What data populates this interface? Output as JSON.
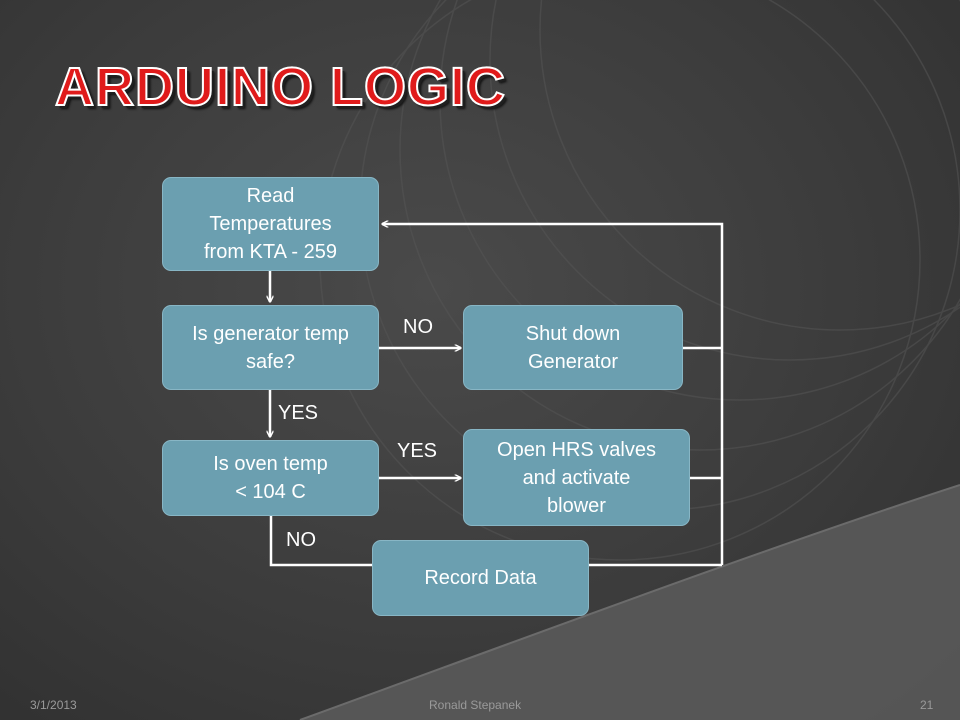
{
  "slide": {
    "title": "ARDUINO LOGIC",
    "colors": {
      "title": "#e01b1b",
      "node_fill": "#6b9fb0",
      "background": "#3d3d3d",
      "connector": "#ffffff"
    }
  },
  "flowchart": {
    "nodes": {
      "read": {
        "lines": [
          "Read",
          "Temperatures",
          "from KTA - 259"
        ]
      },
      "generator_check": {
        "lines": [
          "Is generator temp",
          "safe?"
        ]
      },
      "shut_down": {
        "lines": [
          "Shut down",
          "Generator"
        ]
      },
      "oven_check": {
        "lines": [
          "Is oven temp",
          "< 104 C"
        ]
      },
      "open_valves": {
        "lines": [
          "Open HRS valves",
          "and activate",
          "blower"
        ]
      },
      "record": {
        "lines": [
          "Record Data"
        ]
      }
    },
    "edges": {
      "generator_no": "NO",
      "generator_yes": "YES",
      "oven_yes": "YES",
      "oven_no": "NO"
    }
  },
  "footer": {
    "date": "3/1/2013",
    "author": "Ronald  Stepanek",
    "page_number": "21"
  }
}
